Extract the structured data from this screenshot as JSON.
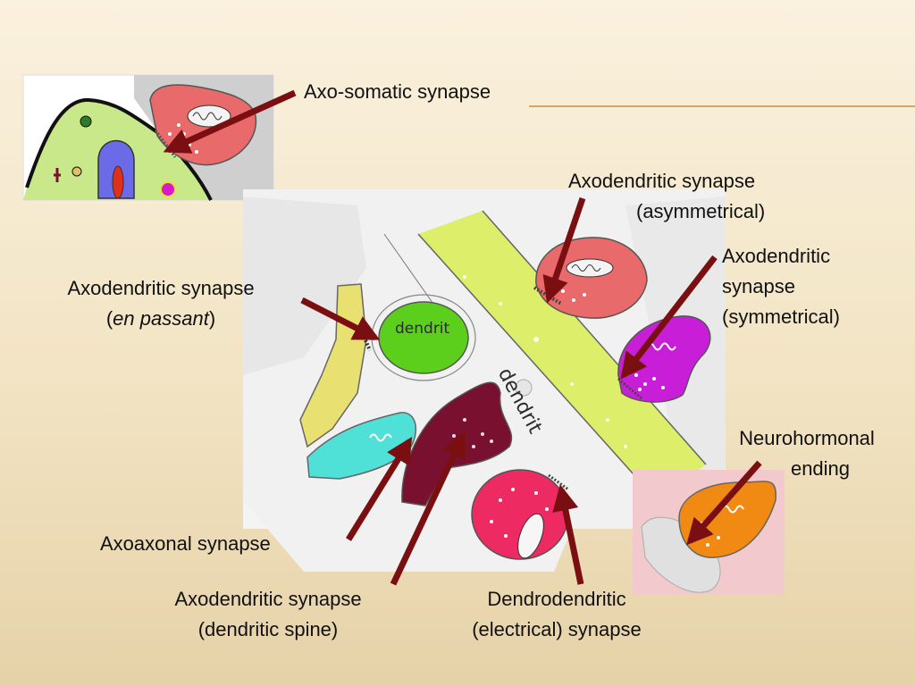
{
  "labels": {
    "axo_somatic": "Axo-somatic synapse",
    "axodendritic_asym_1": "Axodendritic synapse",
    "axodendritic_asym_2": "(asymmetrical)",
    "axodendritic_sym_1": "Axodendritic",
    "axodendritic_sym_2": "synapse",
    "axodendritic_sym_3": "(symmetrical)",
    "en_passant_1": "Axodendritic synapse",
    "en_passant_2_open": "(",
    "en_passant_2_italic": "en passant",
    "en_passant_2_close": ")",
    "neurohormonal_1": "Neurohormonal",
    "neurohormonal_2": "ending",
    "axoaxonal": "Axoaxonal synapse",
    "spine_1": "Axodendritic synapse",
    "spine_2": "(dendritic spine)",
    "dendro_1": "Dendrodendritic",
    "dendro_2": "(electrical) synapse"
  },
  "diagram_text": {
    "dendrit_small": "dendrit",
    "dendrit_large": "dendrit"
  },
  "colors": {
    "arrow": "#7a0f12",
    "dendrite_band": "#dcee6a",
    "axo_somatic_terminal": "#e86a6a",
    "asym_terminal": "#e86a6a",
    "sym_terminal": "#c81ed8",
    "green_dendrite": "#5ccf1c",
    "spine_terminal": "#7a1030",
    "cyan_terminal": "#4fe0d8",
    "yellow_terminal": "#e8e070",
    "pink_terminal": "#ee2a63",
    "neurohormonal_terminal": "#f08a12"
  }
}
